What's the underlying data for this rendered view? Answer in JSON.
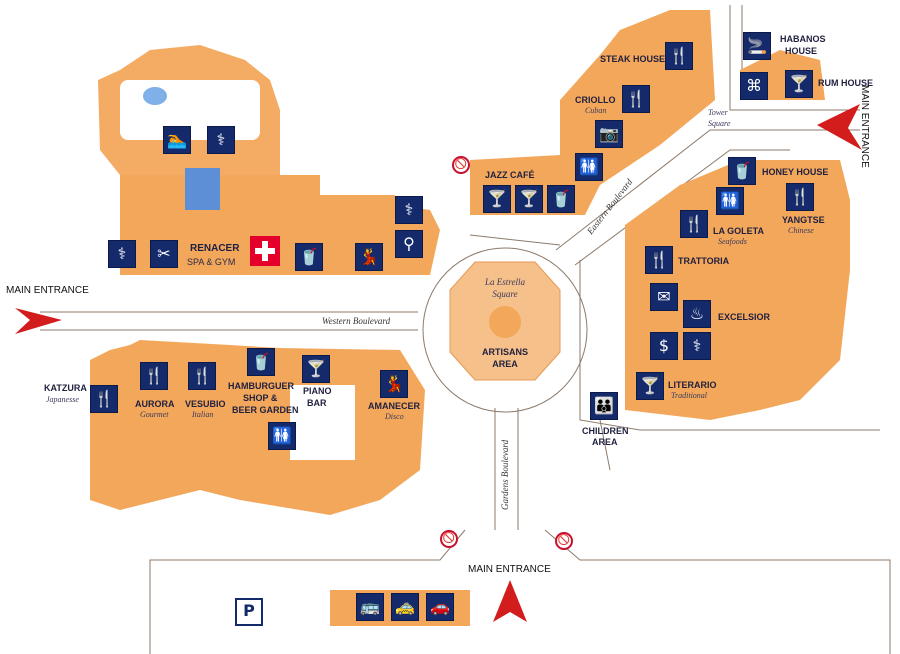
{
  "colors": {
    "building": "#f3a75b",
    "plaza": "#f6c08a",
    "road_line": "#8c7a6a",
    "icon": "#142a6b",
    "arrow": "#d31c1c"
  },
  "entrances": {
    "west": "MAIN ENTRANCE",
    "south": "MAIN ENTRANCE",
    "east": "MAIN ENTRANCE"
  },
  "roads": {
    "western": "Western Boulevard",
    "eastern": "Eastern Boulevard",
    "gardens": "Gardens Boulevard"
  },
  "plaza": {
    "name": "La Estrella",
    "name2": "Square",
    "area": "ARTISANS",
    "area2": "AREA"
  },
  "venues": {
    "steak_house": {
      "name": "STEAK HOUSE"
    },
    "criollo": {
      "name": "CRIOLLO",
      "sub": "Cuban"
    },
    "jazz": {
      "name": "JAZZ CAFÉ"
    },
    "habanos": {
      "name": "HABANOS",
      "name2": "HOUSE"
    },
    "rum": {
      "name": "RUM HOUSE"
    },
    "tower": {
      "name": "Tower",
      "name2": "Square"
    },
    "honey": {
      "name": "HONEY HOUSE"
    },
    "yangtse": {
      "name": "YANGTSE",
      "sub": "Chinese"
    },
    "goleta": {
      "name": "LA GOLETA",
      "sub": "Seafoods"
    },
    "trattoria": {
      "name": "TRATTORIA"
    },
    "excelsior": {
      "name": "EXCELSIOR"
    },
    "literario": {
      "name": "LITERARIO",
      "sub": "Traditional"
    },
    "children": {
      "name": "CHILDREN",
      "name2": "AREA"
    },
    "renacer": {
      "name": "RENACER",
      "sub": "SPA & GYM"
    },
    "katzura": {
      "name": "KATZURA",
      "sub": "Japanesse"
    },
    "aurora": {
      "name": "AURORA",
      "sub": "Gourmet"
    },
    "vesubio": {
      "name": "VESUBIO",
      "sub": "Italian"
    },
    "hamburguer": {
      "name": "HAMBURGUER",
      "name2": "SHOP &",
      "name3": "BEER GARDEN"
    },
    "piano": {
      "name": "PIANO",
      "name2": "BAR"
    },
    "amanecer": {
      "name": "AMANECER",
      "sub": "Disco"
    }
  },
  "parking": {
    "label": "P"
  },
  "icons": {
    "utensils": "🍴",
    "cocktail": "🍸",
    "camera": "📷",
    "restrooms": "🚻",
    "cigar": "🚬",
    "binoculars": "⌘",
    "mail": "✉",
    "dollar": "$",
    "spa": "♨",
    "massage": "⚕",
    "kids": "👪",
    "dance": "💃",
    "bowling": "⚲",
    "bus": "🚌",
    "taxi": "🚕",
    "car": "🚗",
    "no_entry": "🚫",
    "drink": "🥤",
    "diver": "🏊",
    "hairdryer": "✂"
  }
}
